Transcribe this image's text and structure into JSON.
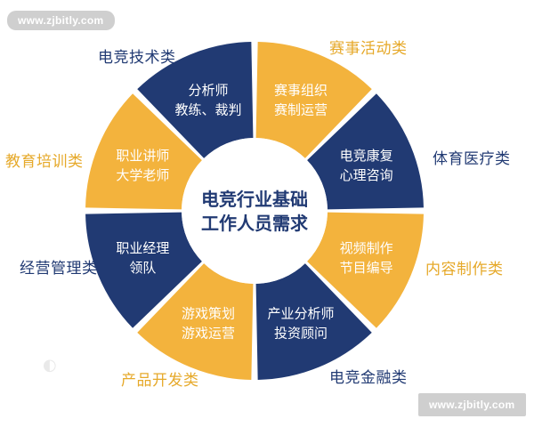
{
  "watermarks": {
    "top": "www.zjbitly.com",
    "bottom": "www.zjbitly.com"
  },
  "colors": {
    "navy": "#213a73",
    "gold": "#f3b33d",
    "gold_text": "#e6a92a"
  },
  "center": {
    "line1": "电竞行业基础",
    "line2": "工作人员需求"
  },
  "segments": [
    {
      "line1": "赛事组织",
      "line2": "赛制运营",
      "fill": "gold"
    },
    {
      "line1": "电竞康复",
      "line2": "心理咨询",
      "fill": "navy"
    },
    {
      "line1": "视频制作",
      "line2": "节目编导",
      "fill": "gold"
    },
    {
      "line1": "产业分析师",
      "line2": "投资顾问",
      "fill": "navy"
    },
    {
      "line1": "游戏策划",
      "line2": "游戏运营",
      "fill": "gold"
    },
    {
      "line1": "职业经理",
      "line2": "领队",
      "fill": "navy"
    },
    {
      "line1": "职业讲师",
      "line2": "大学老师",
      "fill": "gold"
    },
    {
      "line1": "分析师",
      "line2": "教练、裁判",
      "fill": "navy"
    }
  ],
  "categories": {
    "event": "赛事活动类",
    "health": "体育医疗类",
    "content": "内容制作类",
    "finance": "电竞金融类",
    "product": "产品开发类",
    "management": "经营管理类",
    "education": "教育培训类",
    "tech": "电竞技术类"
  }
}
